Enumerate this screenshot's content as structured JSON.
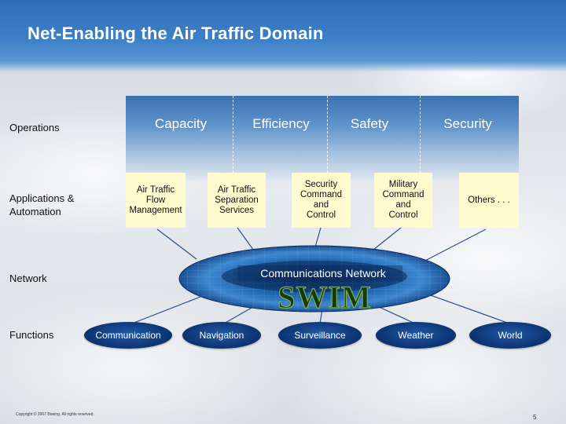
{
  "title": "Net-Enabling the Air Traffic Domain",
  "rows": {
    "operations": "Operations",
    "applications": "Applications & Automation",
    "network": "Network",
    "functions": "Functions"
  },
  "capabilities": [
    "Capacity",
    "Efficiency",
    "Safety",
    "Security"
  ],
  "applications": [
    "Air Traffic\nFlow\nManagement",
    "Air Traffic\nSeparation\nServices",
    "Security\nCommand\nand\nControl",
    "Military\nCommand\nand\nControl",
    "Others . . ."
  ],
  "network": {
    "label": "Communications Network",
    "swim": "SWIM"
  },
  "functions": [
    "Communication",
    "Navigation",
    "Surveillance",
    "Weather",
    "World"
  ],
  "footer": {
    "copyright": "Copyright © 2007 Boeing. All rights reserved.",
    "page_number": "5"
  },
  "colors": {
    "header_blue": "#2e6fb8",
    "app_box": "#fffbcf",
    "function_oval": "#0c3573",
    "swim_text": "#123b10"
  }
}
